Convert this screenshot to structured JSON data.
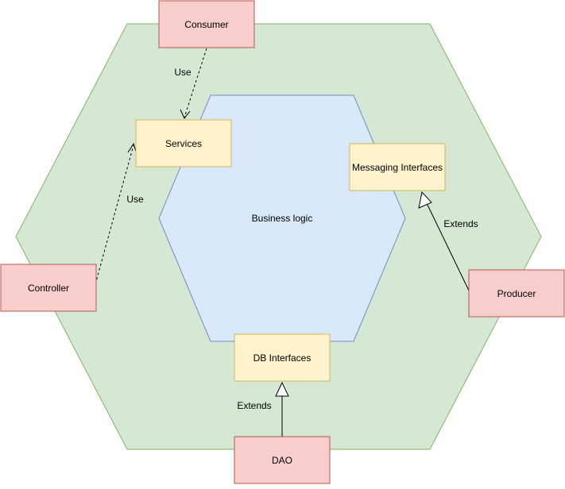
{
  "diagram": {
    "center_label": "Business logic",
    "boxes": {
      "consumer": "Consumer",
      "services": "Services",
      "messaging": "Messaging Interfaces",
      "controller": "Controller",
      "producer": "Producer",
      "db_interfaces": "DB Interfaces",
      "dao": "DAO"
    },
    "edges": {
      "consumer_services": "Use",
      "controller_services": "Use",
      "producer_messaging": "Extends",
      "dao_db": "Extends"
    }
  },
  "colors": {
    "outer_hexagon_fill": "#d5e8d4",
    "outer_hexagon_stroke": "#82b366",
    "inner_hexagon_fill": "#dae8fc",
    "inner_hexagon_stroke": "#6c8ebf",
    "interface_fill": "#fff2cc",
    "interface_stroke": "#d6b656",
    "external_fill": "#f8cecc",
    "external_stroke": "#b85450"
  }
}
